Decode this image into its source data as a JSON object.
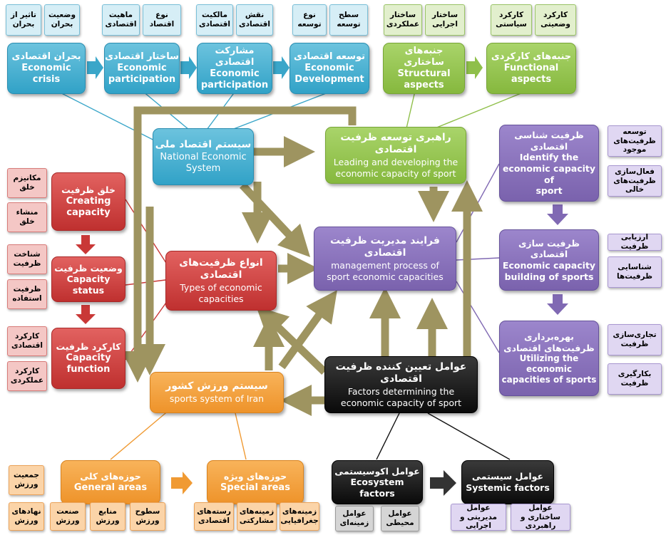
{
  "top_tags": [
    {
      "fa": "تاثیر از بحران"
    },
    {
      "fa": "وضعیت بحران"
    },
    {
      "fa": "ماهیت اقتصادی"
    },
    {
      "fa": "نوع اقتصاد"
    },
    {
      "fa": "مالکیت اقتصادی"
    },
    {
      "fa": "نقش اقتصادی"
    },
    {
      "fa": "نوع توسعه"
    },
    {
      "fa": "سطح توسعه"
    },
    {
      "fa": "ساختار عملکردی"
    },
    {
      "fa": "ساختار اجرایی"
    },
    {
      "fa": "کارکرد سیاستی"
    },
    {
      "fa": "کارکرد وضعیتی"
    }
  ],
  "top_boxes": [
    {
      "fa": "بحران اقتصادی",
      "en1": "Economic",
      "en2": "crisis"
    },
    {
      "fa": "ساختار اقتصادی",
      "en1": "Economic",
      "en2": "participation"
    },
    {
      "fa": "مشارکت اقتصادی",
      "en1": "Economic",
      "en2": "participation"
    },
    {
      "fa": "توسعه اقتصادی",
      "en1": "Economic",
      "en2": "Development"
    },
    {
      "fa": "جنبه‌های ساختاری",
      "en1": "Structural",
      "en2": "aspects"
    },
    {
      "fa": "جنبه‌های کارکردی",
      "en1": "Functional",
      "en2": "aspects"
    }
  ],
  "left_tags": [
    {
      "fa": "مکانیزم خلق"
    },
    {
      "fa": "منشاء خلق"
    },
    {
      "fa": "شناخت ظرفیت"
    },
    {
      "fa": "ظرفیت استفاده"
    },
    {
      "fa": "کارکرد اقتصادی"
    },
    {
      "fa": "کارکرد عملکردی"
    }
  ],
  "left_boxes": [
    {
      "fa": "خلق ظرفیت",
      "en1": "Creating",
      "en2": "capacity"
    },
    {
      "fa": "وضعیت ظرفیت",
      "en1": "Capacity status",
      "en2": ""
    },
    {
      "fa": "کارکرد ظرفیت",
      "en1": "Capacity",
      "en2": "function"
    }
  ],
  "center": {
    "national": {
      "fa": "سیستم اقتصاد ملی",
      "en1": "National Economic",
      "en2": "System"
    },
    "leading": {
      "fa": "راهبری توسعه ظرفیت اقتصادی",
      "en1": "Leading and developing the",
      "en2": "economic capacity of sport"
    },
    "types": {
      "fa": "انواع ظرفیت‌های اقتصادی",
      "en1": "Types of economic",
      "en2": "capacities"
    },
    "process": {
      "fa": "فرایند مدیریت ظرفیت اقتصادی",
      "en1": "management process of",
      "en2": "sport economic capacities"
    },
    "sports": {
      "fa": "سیستم ورزش کشور",
      "en1": "sports system of Iran",
      "en2": ""
    },
    "factors": {
      "fa": "عوامل تعیین کننده ظرفیت اقتصادی",
      "en1": "Factors determining the",
      "en2": "economic capacity of sport"
    }
  },
  "right_boxes": [
    {
      "fa": "ظرفیت شناسی اقتصادی",
      "en1": "Identify the",
      "en2": "economic capacity of",
      "en3": "sport"
    },
    {
      "fa": "ظرفیت سازی اقتصادی",
      "en1": "Economic capacity",
      "en2": "building of sports",
      "en3": ""
    },
    {
      "fa": "بهره‌برداری ظرفیت‌های اقتصادی",
      "en1": "Utilizing the economic",
      "en2": "capacities of sports",
      "en3": ""
    }
  ],
  "right_tags": [
    {
      "fa": "توسعه ظرفیت‌های موجود"
    },
    {
      "fa": "فعال‌سازی ظرفیت‌های خالی"
    },
    {
      "fa": "ارزیابی ظرفیت"
    },
    {
      "fa": "شناسایی ظرفیت‌ها"
    },
    {
      "fa": "تجاری‌سازی ظرفیت"
    },
    {
      "fa": "بکارگیری ظرفیت"
    }
  ],
  "bottom_boxes": [
    {
      "fa": "حوزه‌های کلی",
      "en1": "General areas"
    },
    {
      "fa": "حوزه‌های ویژه",
      "en1": "Special areas"
    },
    {
      "fa": "عوامل اکوسیستمی",
      "en1": "Ecosystem factors"
    },
    {
      "fa": "عوامل سیستمی",
      "en1": "Systemic factors"
    }
  ],
  "bottom_tags": [
    {
      "fa": "جمعیت ورزش"
    },
    {
      "fa": "نهادهای ورزش"
    },
    {
      "fa": "صنعت ورزش"
    },
    {
      "fa": "منابع ورزش"
    },
    {
      "fa": "سطوح ورزش"
    },
    {
      "fa": "رسته‌های اقتصادی"
    },
    {
      "fa": "زمینه‌های مشارکتی"
    },
    {
      "fa": "زمینه‌های جغرافیایی"
    },
    {
      "fa": "عوامل زمینه‌ای"
    },
    {
      "fa": "عوامل محیطی"
    },
    {
      "fa": "عوامل مدیریتی و اجرایی"
    },
    {
      "fa": "عوامل ساختاری و راهبردی"
    }
  ],
  "colors": {
    "arrow_olive": "#9e9460",
    "blue": "#3aa6c9",
    "green": "#8fbf4a",
    "red": "#c93837",
    "purple": "#8069b3",
    "orange": "#f09a33",
    "black": "#111111"
  }
}
